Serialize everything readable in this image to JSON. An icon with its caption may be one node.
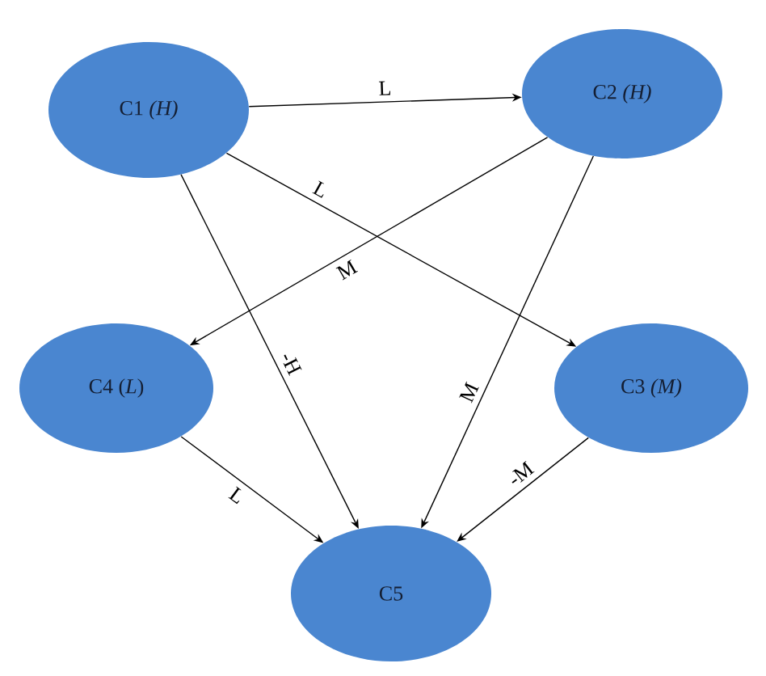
{
  "diagram": {
    "nodes": [
      {
        "text": [
          "C1 *(H)*"
        ]
      },
      {
        "text": [
          "C2 *(H)*"
        ]
      },
      {
        "text": [
          "C4 (*L*)"
        ]
      },
      {
        "text": [
          "C3 *(M)*"
        ]
      },
      {
        "text": [
          "C5"
        ]
      }
    ],
    "edges": [
      {
        "from": 0,
        "to": 1,
        "arrow": "to",
        "label": "L"
      },
      {
        "from": 0,
        "to": 3,
        "arrow": "to",
        "label": "L"
      },
      {
        "from": 1,
        "to": 2,
        "arrow": "to",
        "label": "M"
      },
      {
        "from": 0,
        "to": 4,
        "arrow": "to",
        "label": "-H"
      },
      {
        "from": 1,
        "to": 4,
        "arrow": "to",
        "label": "M"
      },
      {
        "from": 2,
        "to": 4,
        "arrow": "to",
        "label": "L"
      },
      {
        "from": 3,
        "to": 4,
        "arrow": "to",
        "label": "-M"
      }
    ]
  }
}
